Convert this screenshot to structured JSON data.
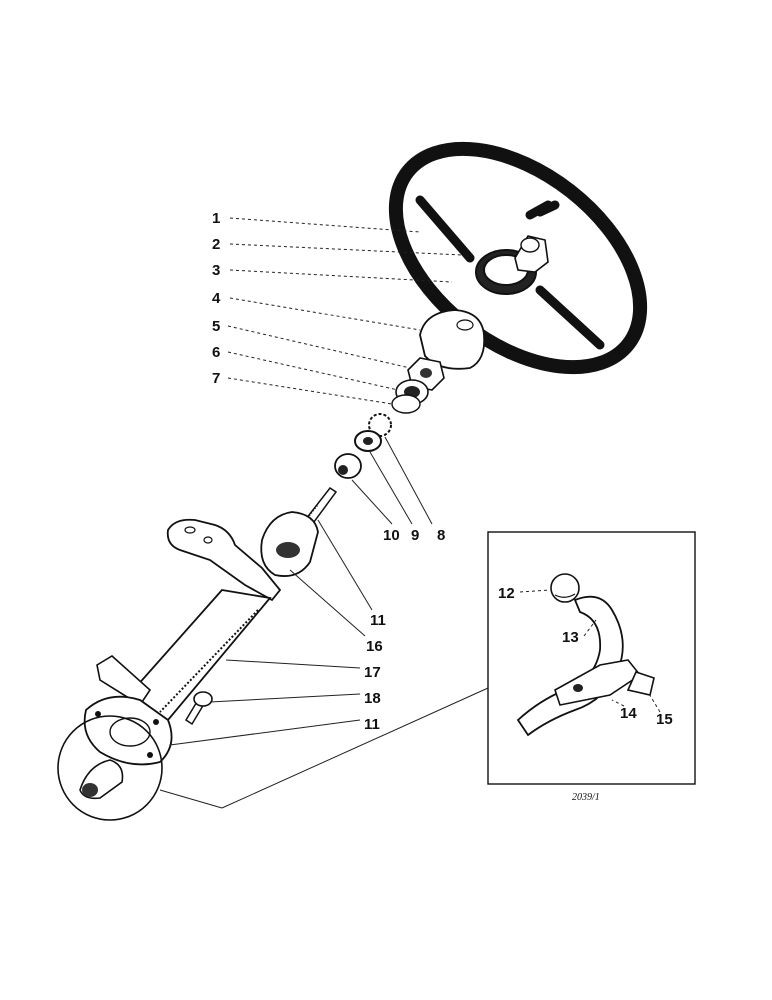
{
  "labels": {
    "p1": "1",
    "p2": "2",
    "p3": "3",
    "p4": "4",
    "p5": "5",
    "p6": "6",
    "p7": "7",
    "p8": "8",
    "p9": "9",
    "p10": "10",
    "p11a": "11",
    "p11b": "11",
    "p12": "12",
    "p13": "13",
    "p14": "14",
    "p15": "15",
    "p16": "16",
    "p17": "17",
    "p18": "18"
  },
  "reference": "2039/1"
}
